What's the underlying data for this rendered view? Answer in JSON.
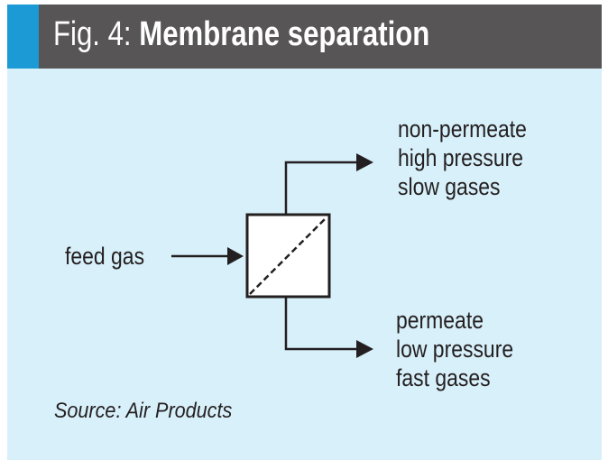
{
  "header": {
    "title_prefix": "Fig. 4:",
    "title_main": "Membrane separation"
  },
  "diagram": {
    "feed_label": "feed gas",
    "non_permeate": [
      "non-permeate",
      "high pressure",
      "slow gases"
    ],
    "permeate": [
      "permeate",
      "low pressure",
      "fast gases"
    ]
  },
  "source": "Source: Air Products",
  "colors": {
    "header": "#575556",
    "accent": "#1b9ad6",
    "panel": "#d8f0fa"
  }
}
